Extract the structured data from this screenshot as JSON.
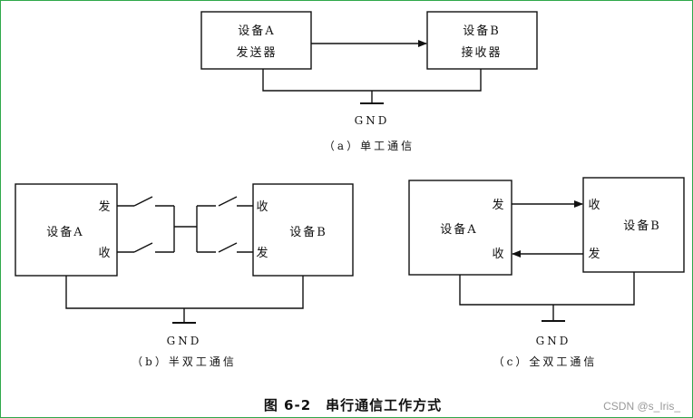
{
  "simplex": {
    "device_a": "设备A",
    "device_a_role": "发送器",
    "device_b": "设备B",
    "device_b_role": "接收器",
    "gnd": "GND",
    "caption": "（a）单工通信"
  },
  "half_duplex": {
    "device_a": "设备A",
    "device_b": "设备B",
    "send": "发",
    "recv": "收",
    "gnd": "GND",
    "caption": "（b）半双工通信"
  },
  "full_duplex": {
    "device_a": "设备A",
    "device_b": "设备B",
    "send": "发",
    "recv": "收",
    "gnd": "GND",
    "caption": "（c）全双工通信"
  },
  "figure_title": "图 6-2　串行通信工作方式",
  "watermark": "CSDN @s_Iris_",
  "colors": {
    "border": "#2fa84a",
    "line": "#111111"
  }
}
